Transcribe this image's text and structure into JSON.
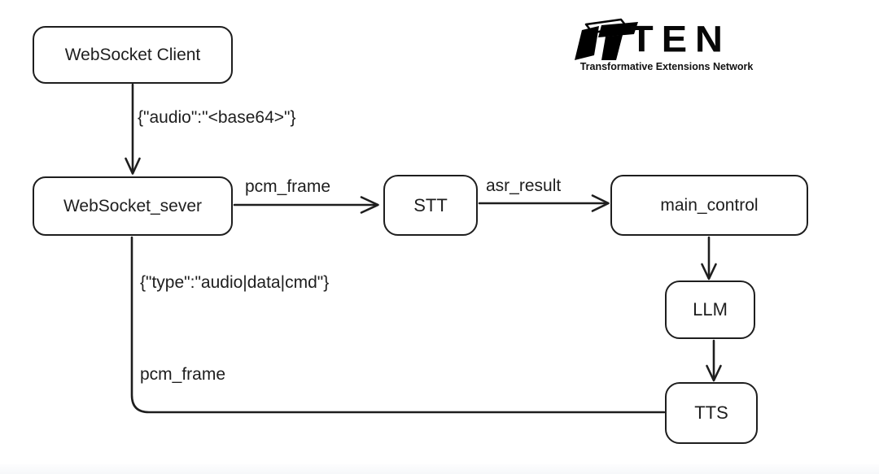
{
  "canvas": {
    "background": "#ffffff",
    "stroke_color": "#1e1e1e",
    "logo_color": "#000000"
  },
  "logo": {
    "wordmark": "TEN",
    "tagline": "Transformative Extensions Network"
  },
  "diagram": {
    "nodes": {
      "websocket_client": {
        "label": "WebSocket Client"
      },
      "websocket_sever": {
        "label": "WebSocket_sever"
      },
      "stt": {
        "label": "STT"
      },
      "main_control": {
        "label": "main_control"
      },
      "llm": {
        "label": "LLM"
      },
      "tts": {
        "label": "TTS"
      }
    },
    "edges": {
      "client_to_server": {
        "label": "{\"audio\":\"<base64>\"}"
      },
      "server_to_stt": {
        "label": "pcm_frame"
      },
      "stt_to_main": {
        "label": "asr_result"
      },
      "main_to_llm": {
        "label": ""
      },
      "llm_to_tts": {
        "label": ""
      },
      "server_to_tts": {
        "type_label": "{\"type\":\"audio|data|cmd\"}",
        "pcm_label": "pcm_frame"
      }
    }
  }
}
